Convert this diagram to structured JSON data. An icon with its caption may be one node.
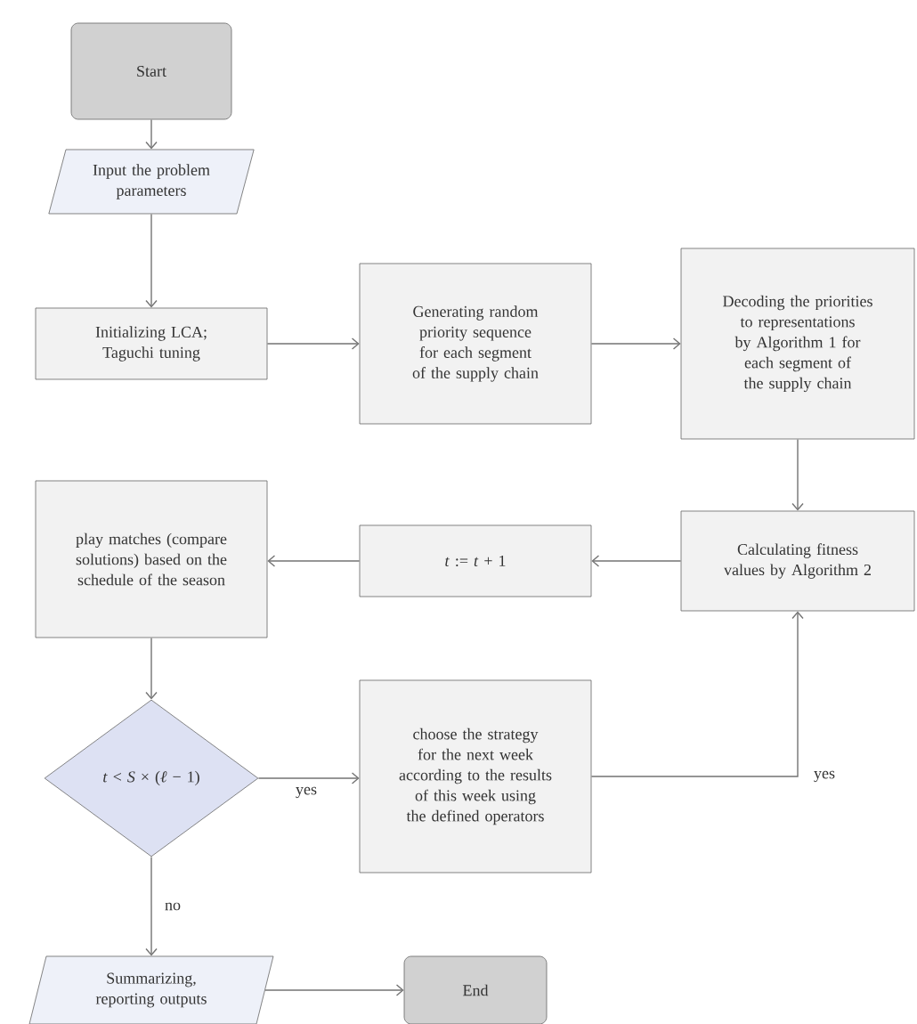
{
  "diagram": {
    "nodes": [
      {
        "text": [
          "Start"
        ]
      },
      {
        "text": [
          "Input the problem parameters"
        ]
      },
      {
        "text": [
          "Initializing LCA; Taguchi tuning"
        ]
      },
      {
        "text": [
          "Generating random priority sequence for each segment of the supply chain"
        ]
      },
      {
        "text": [
          "Decoding the priorities to representations by Algorithm 1 for each segment of the supply chain"
        ]
      },
      {
        "text": [
          "Calculating fitness values by Algorithm 2"
        ]
      },
      {
        "text": [
          "*t* := *t* + 1"
        ]
      },
      {
        "text": [
          "play matches (compare solutions) based on the schedule of the season"
        ]
      },
      {
        "text": [
          "*t* < *S* × (*ℓ* − 1)"
        ]
      },
      {
        "text": [
          "choose the strategy for the next week according to the results of this week using the defined operators"
        ]
      },
      {
        "text": [
          "Summarizing, reporting outputs"
        ]
      },
      {
        "text": [
          "End"
        ]
      }
    ],
    "edges": [
      {
        "from": 0,
        "to": 1,
        "arrow": "to"
      },
      {
        "from": 1,
        "to": 2,
        "arrow": "to"
      },
      {
        "from": 2,
        "to": 3,
        "arrow": "to"
      },
      {
        "from": 3,
        "to": 4,
        "arrow": "to"
      },
      {
        "from": 4,
        "to": 5,
        "arrow": "to"
      },
      {
        "from": 5,
        "to": 6,
        "arrow": "to"
      },
      {
        "from": 6,
        "to": 7,
        "arrow": "to"
      },
      {
        "from": 7,
        "to": 8,
        "arrow": "to"
      },
      {
        "from": 8,
        "to": 9,
        "arrow": "to",
        "label": "yes"
      },
      {
        "from": 9,
        "to": 5,
        "arrow": "to",
        "label": "yes"
      },
      {
        "from": 8,
        "to": 10,
        "arrow": "to",
        "label": "no"
      },
      {
        "from": 10,
        "to": 11,
        "arrow": "to"
      }
    ]
  }
}
